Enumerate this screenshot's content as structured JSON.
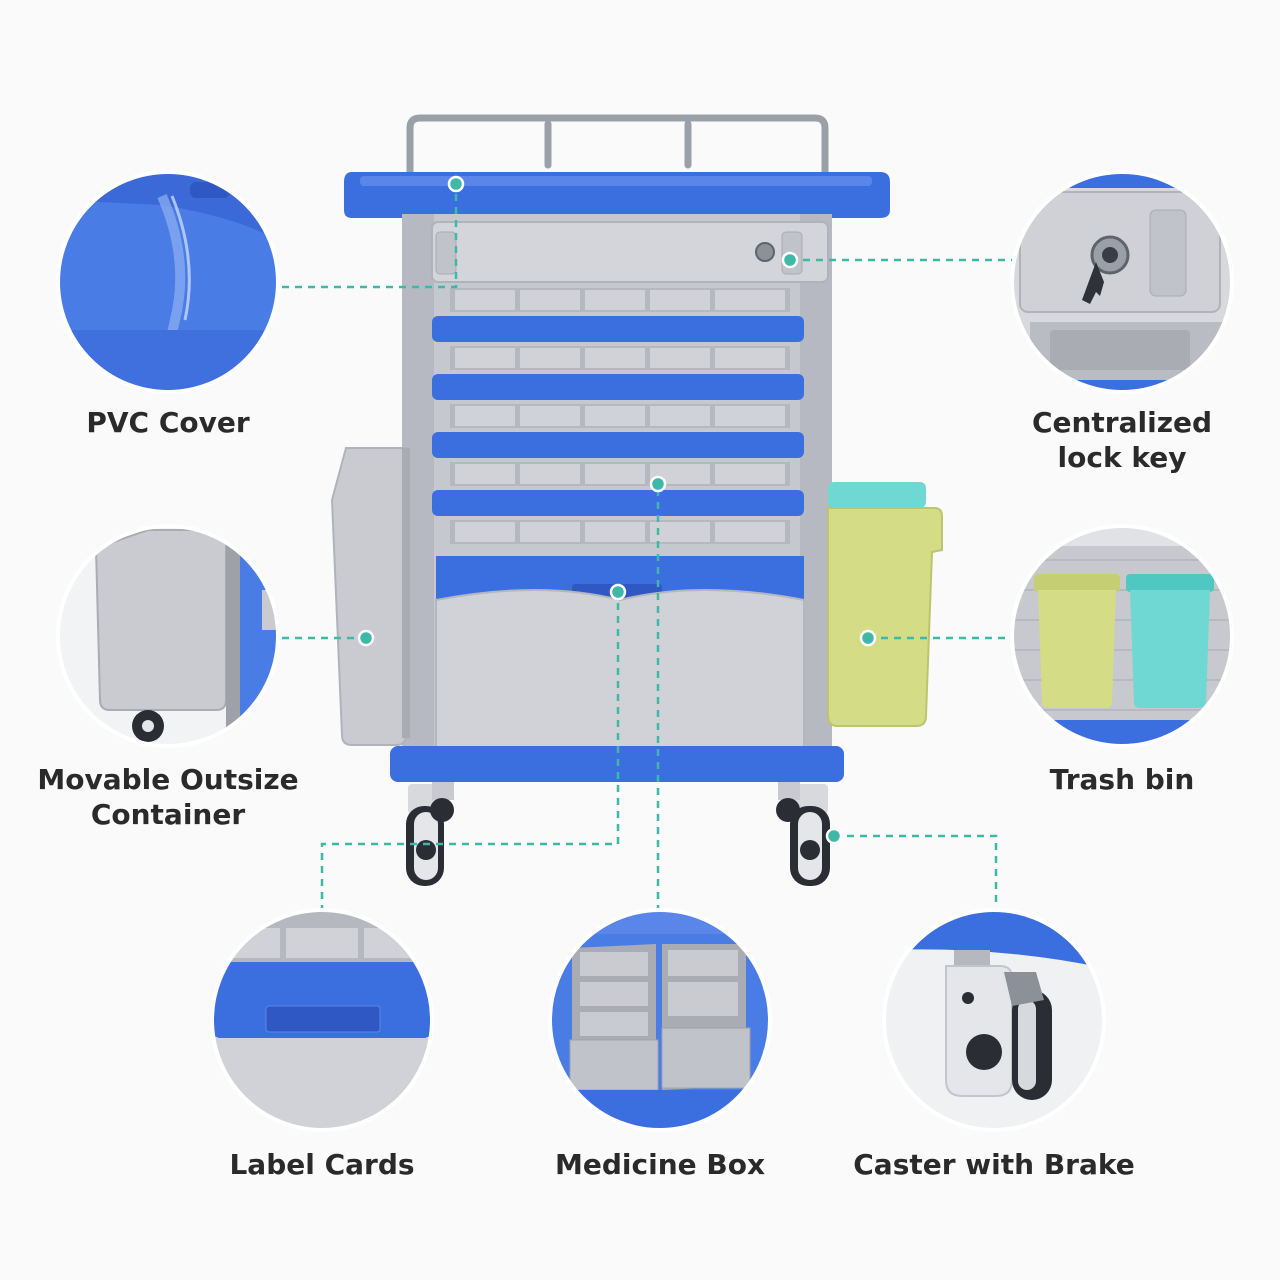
{
  "features": {
    "pvc_cover": {
      "label": "PVC Cover",
      "icon": "pvc-cover-closeup"
    },
    "centralized_lock_key": {
      "line1": "Centralized",
      "line2": "lock key",
      "icon": "lock-key-closeup"
    },
    "movable_container": {
      "line1": "Movable Outsize",
      "line2": "Container",
      "icon": "container-closeup"
    },
    "trash_bin": {
      "label": "Trash bin",
      "icon": "trash-bin-closeup"
    },
    "label_cards": {
      "label": "Label Cards",
      "icon": "label-card-closeup"
    },
    "medicine_box": {
      "label": "Medicine Box",
      "icon": "medicine-box-closeup"
    },
    "caster_with_brake": {
      "label": "Caster with Brake",
      "icon": "caster-closeup"
    }
  },
  "colors": {
    "cart_blue": "#3b6fe0",
    "cart_blue_dark": "#2f58c4",
    "panel_gray": "#c9cbd1",
    "callout_teal": "#3fb8a8",
    "bin_yellow": "#d4dc86",
    "bin_teal": "#6fd8d2",
    "background": "#fafafa",
    "text": "#2a2a2a"
  }
}
